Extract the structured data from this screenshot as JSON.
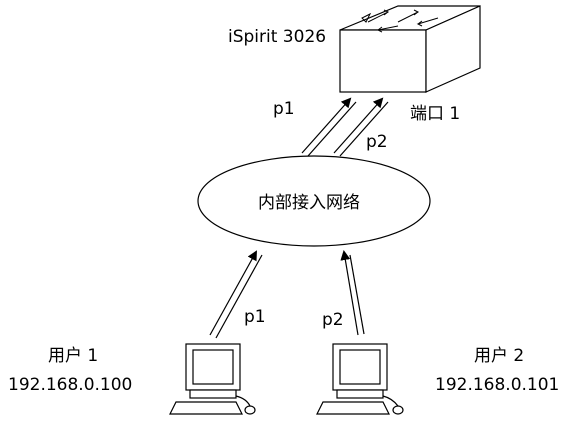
{
  "switch": {
    "label": "iSpirit 3026",
    "port_label": "端口 1"
  },
  "network": {
    "label": "内部接入网络"
  },
  "paths": {
    "top_p1": "p1",
    "top_p2": "p2",
    "bottom_p1": "p1",
    "bottom_p2": "p2"
  },
  "users": [
    {
      "name": "用户 1",
      "ip": "192.168.0.100"
    },
    {
      "name": "用户 2",
      "ip": "192.168.0.101"
    }
  ]
}
